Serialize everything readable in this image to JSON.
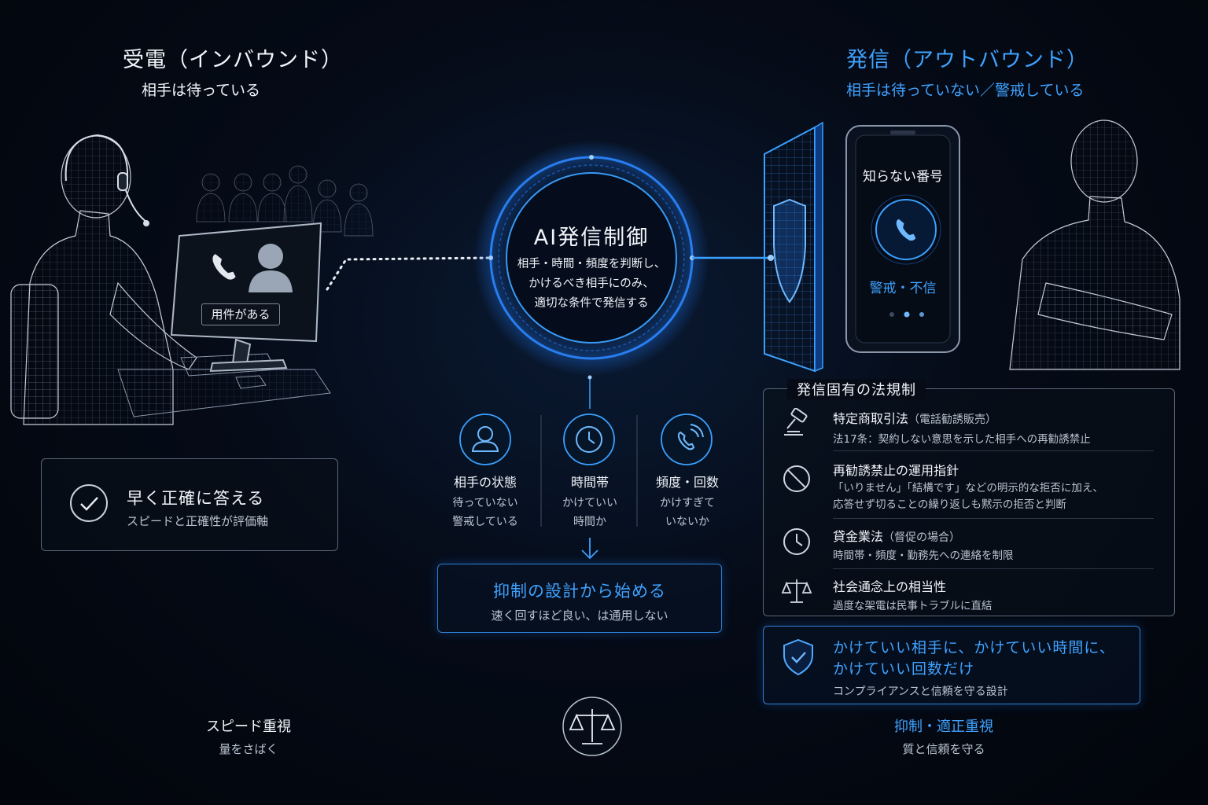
{
  "inbound": {
    "title": "受電（インバウンド）",
    "subtitle": "相手は待っている",
    "screen_label": "用件がある"
  },
  "outbound": {
    "title": "発信（アウトバウンド）",
    "subtitle": "相手は待っていない／警戒している",
    "phone_top": "知らない番号",
    "phone_bottom": "警戒・不信"
  },
  "hub": {
    "title": "AI発信制御",
    "lines": [
      "相手・時間・頻度を判断し、",
      "かけるべき相手にのみ、",
      "適切な条件で発信する"
    ]
  },
  "inbound_card": {
    "title": "早く正確に答える",
    "subtitle": "スピードと正確性が評価軸"
  },
  "factors": [
    {
      "title": "相手の状態",
      "lines": [
        "待っていない",
        "警戒している"
      ],
      "icon": "person-icon"
    },
    {
      "title": "時間帯",
      "lines": [
        "かけていい",
        "時間か"
      ],
      "icon": "clock-icon"
    },
    {
      "title": "頻度・回数",
      "lines": [
        "かけすぎて",
        "いないか"
      ],
      "icon": "phone-ring-icon"
    }
  ],
  "suppression": {
    "title": "抑制の設計から始める",
    "subtitle": "速く回すほど良い、は通用しない"
  },
  "regulations": {
    "heading": "発信固有の法規制",
    "items": [
      {
        "title": "特定商取引法",
        "title_note": "（電話勧誘販売）",
        "lines": [
          "法17条：契約しない意思を示した相手への再勧誘禁止"
        ],
        "icon": "gavel-icon"
      },
      {
        "title": "再勧誘禁止の運用指針",
        "title_note": "",
        "lines": [
          "「いりません」「結構です」などの明示的な拒否に加え、",
          "応答せず切ることの繰り返しも黙示の拒否と判断"
        ],
        "icon": "prohibited-icon"
      },
      {
        "title": "貸金業法",
        "title_note": "（督促の場合）",
        "lines": [
          "時間帯・頻度・勤務先への連絡を制限"
        ],
        "icon": "clock-icon"
      },
      {
        "title": "社会通念上の相当性",
        "title_note": "",
        "lines": [
          "過度な架電は民事トラブルに直結"
        ],
        "icon": "scales-icon"
      }
    ]
  },
  "compliance": {
    "line1": "かけていい相手に、かけていい時間に、",
    "line2": "かけていい回数だけ",
    "subtitle": "コンプライアンスと信頼を守る設計"
  },
  "balance": {
    "left_title": "スピード重視",
    "left_sub": "量をさばく",
    "right_title": "抑制・適正重視",
    "right_sub": "質と信頼を守る"
  },
  "colors": {
    "accent": "#3fa2ff",
    "accent_glow": "#1e6fe0",
    "muted_line": "#5b6678"
  }
}
